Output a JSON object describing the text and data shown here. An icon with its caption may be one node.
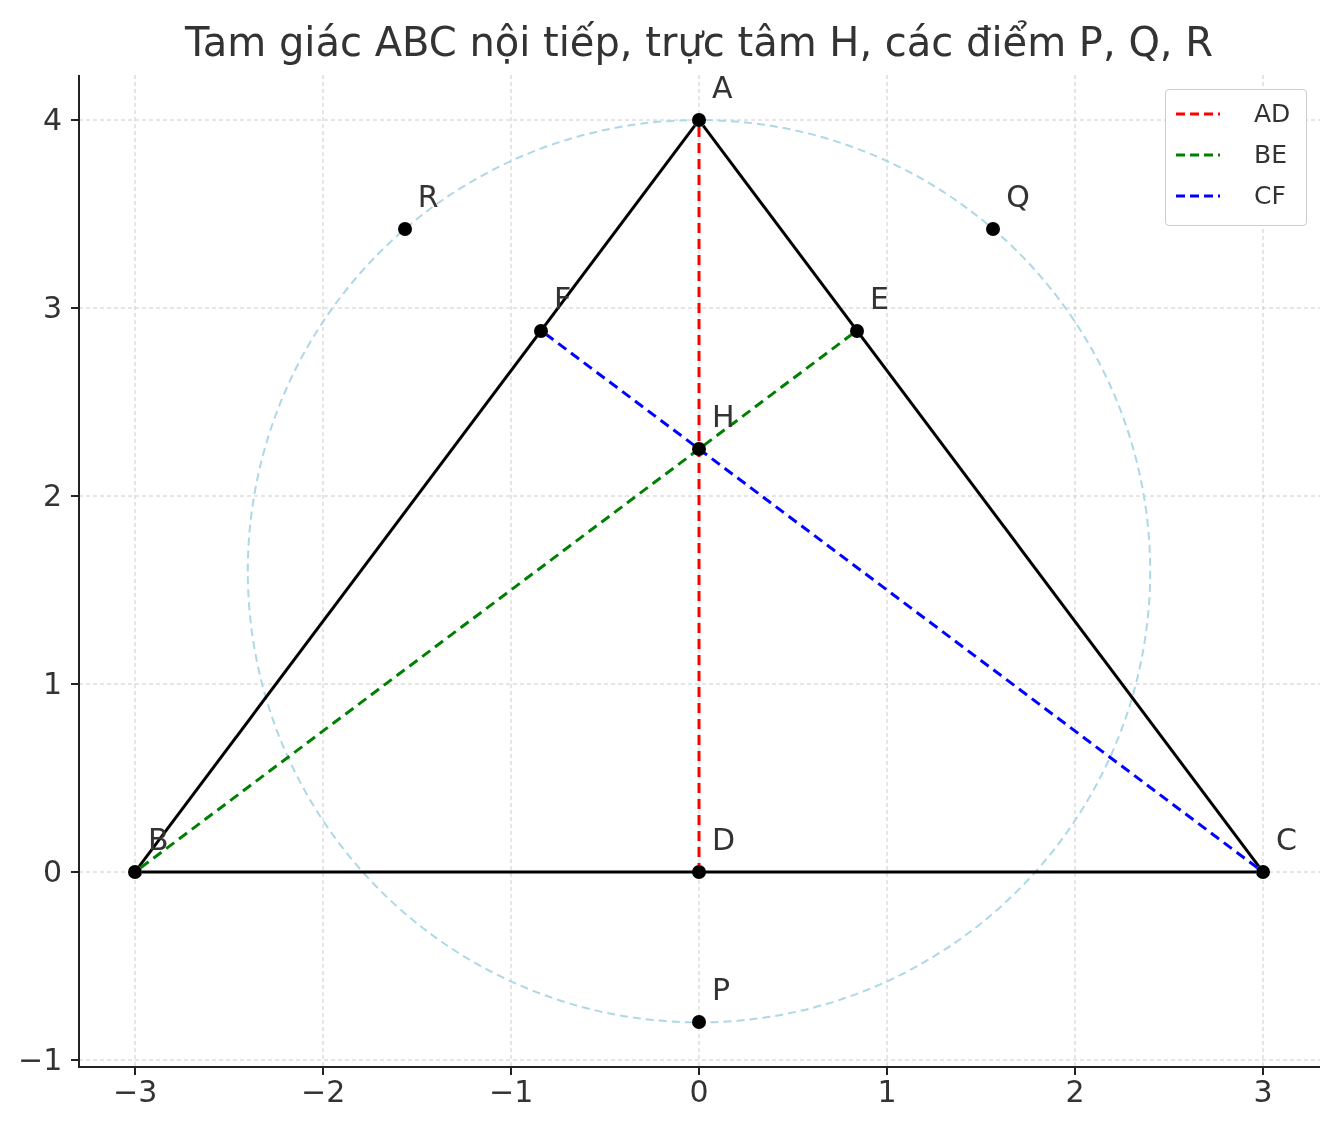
{
  "diagram": {
    "title": "Tam giác ABC nội tiếp, trực tâm H, các điểm P, Q, R",
    "nodes": [
      {
        "text": [
          "A"
        ]
      },
      {
        "text": [
          "R"
        ]
      },
      {
        "text": [
          "Q"
        ]
      },
      {
        "text": [
          "F"
        ]
      },
      {
        "text": [
          "E"
        ]
      },
      {
        "text": [
          "H"
        ]
      },
      {
        "text": [
          "B"
        ]
      },
      {
        "text": [
          "D"
        ]
      },
      {
        "text": [
          "C"
        ]
      },
      {
        "text": [
          "P"
        ]
      }
    ],
    "edges": [
      {
        "from": 0,
        "to": 6,
        "arrow": "none"
      },
      {
        "from": 6,
        "to": 8,
        "arrow": "none"
      },
      {
        "from": 8,
        "to": 0,
        "arrow": "none"
      },
      {
        "from": 0,
        "to": 7,
        "arrow": "none",
        "style": "dashed",
        "color": "#ff0000"
      },
      {
        "from": 6,
        "to": 4,
        "arrow": "none",
        "style": "dashed",
        "color": "#008000"
      },
      {
        "from": 8,
        "to": 3,
        "arrow": "none",
        "style": "dashed",
        "color": "#0000ff"
      }
    ],
    "labels": [
      "4",
      "3",
      "2",
      "1",
      "0",
      "−1",
      "−3",
      "−2",
      "−1",
      "0",
      "1",
      "2",
      "3"
    ],
    "legend": [
      {
        "text": "AD"
      },
      {
        "text": "BE"
      },
      {
        "text": "CF"
      }
    ]
  }
}
